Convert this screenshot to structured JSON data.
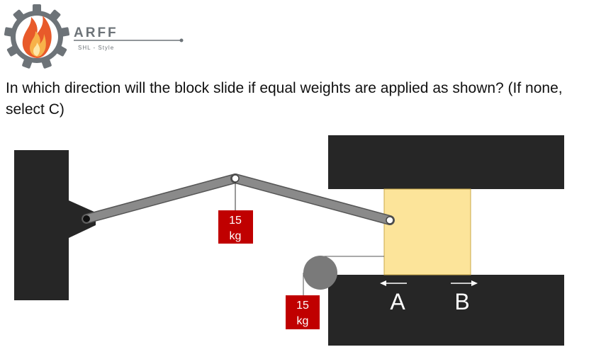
{
  "logo": {
    "brand": "ARFF",
    "tagline": "SHL - Style"
  },
  "question": {
    "text": "In which direction will the block slide if equal weights are applied as shown? (If none, select C)"
  },
  "diagram": {
    "weight_upper": {
      "value": "15",
      "unit": "kg"
    },
    "weight_lower": {
      "value": "15",
      "unit": "kg"
    },
    "option_a": "A",
    "option_b": "B"
  },
  "colors": {
    "wall": "#262626",
    "rod": "#8a8a8a",
    "block": "#fce49a",
    "weight": "#c00000",
    "pulley": "#7a7a7a",
    "logo_gear": "#6d7378",
    "logo_flame": "#e85a2a"
  }
}
